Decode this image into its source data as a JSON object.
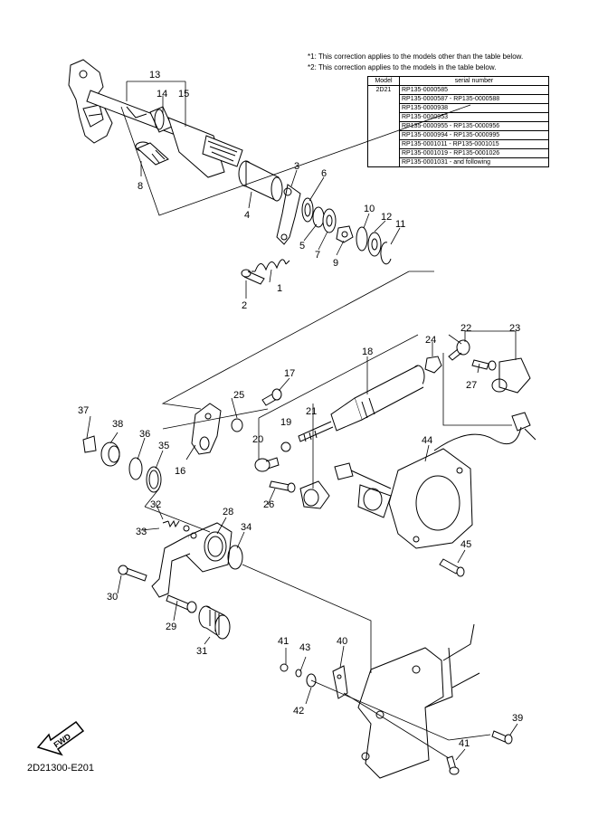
{
  "notes": [
    "*1: This correction applies to the models other than the table below.",
    "*2: This correction applies to the models in the table below."
  ],
  "serial_table": {
    "headers": [
      "Model",
      "serial number"
    ],
    "model": "2D21",
    "rows": [
      "RP135-0000585",
      "RP135-0000587 - RP135-0000588",
      "RP135-0000938",
      "RP135-0000953",
      "RP135-0000955 - RP135-0000956",
      "RP135-0000994 - RP135-0000995",
      "RP135-0001011 - RP135-0001015",
      "RP135-0001019 - RP135-0001026",
      "RP135-0001031 - and following"
    ]
  },
  "callouts": [
    "1",
    "2",
    "3",
    "4",
    "5",
    "6",
    "7",
    "8",
    "9",
    "10",
    "11",
    "12",
    "13",
    "14",
    "15",
    "16",
    "17",
    "18",
    "19",
    "20",
    "21",
    "22",
    "23",
    "24",
    "25",
    "26",
    "27",
    "28",
    "29",
    "30",
    "31",
    "32",
    "33",
    "34",
    "35",
    "36",
    "37",
    "38",
    "39",
    "40",
    "41",
    "41",
    "42",
    "43",
    "44",
    "45"
  ],
  "fwd_label": "FWD",
  "figure_code": "2D21300-E201"
}
